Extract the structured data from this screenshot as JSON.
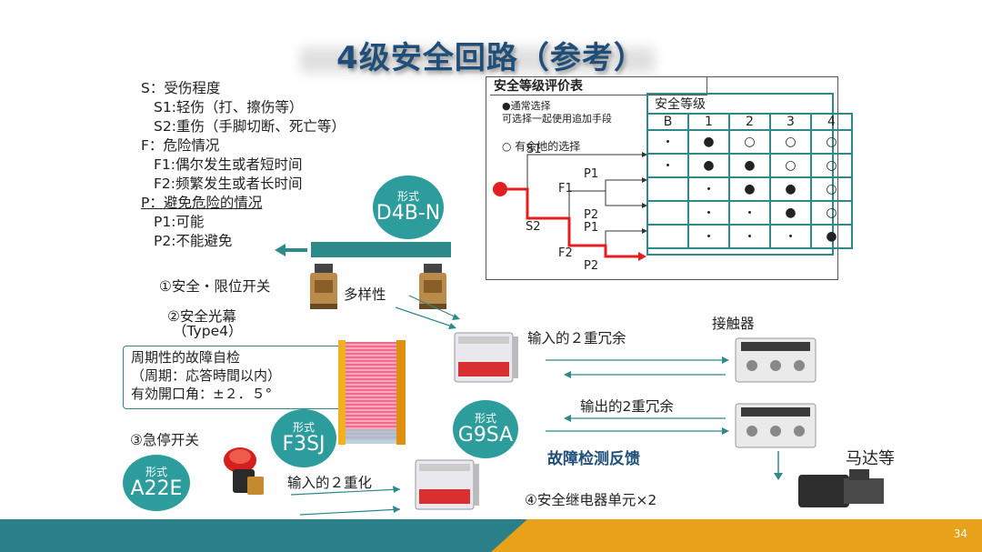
{
  "title": "4级安全回路（参考）",
  "criteria": {
    "s_head": "S：受伤程度",
    "s1": "S1:轻伤（打、擦伤等）",
    "s2": "S2:重伤（手脚切断、死亡等）",
    "f_head": "F：危险情况",
    "f1": "F1:偶尔发生或者短时间",
    "f2": "F2:频繁发生或者长时间",
    "p_head": "P：避免危险的情况",
    "p1": "P1:可能",
    "p2": "P2:不能避免"
  },
  "badges": {
    "form": "形式",
    "d4bn": "D4B-N",
    "f3sj": "F3SJ",
    "g9sa": "G9SA",
    "a22e": "A22E"
  },
  "labels": {
    "item1": "①安全・限位开关",
    "diversity": "多样性",
    "item2a": "②安全光幕",
    "item2b": "（Type4）",
    "item3": "③急停开关",
    "input_dual": "输入的２重化",
    "input_redundant": "输入的２重冗余",
    "output_redundant": "输出的2重冗余",
    "feedback": "故障检测反馈",
    "contactor": "接触器",
    "motor": "马达等",
    "item4": "④安全继电器单元×2"
  },
  "callout": {
    "line1": "周期性的故障自检",
    "line2": "（周期：応答時間以内）",
    "line3": "有効開口角：±２．５°"
  },
  "eval_table": {
    "title": "安全等级评价表",
    "note1": "●通常选择",
    "note2": "可选择一起使用追加手段",
    "note3": "○ 有余地的选择",
    "grade_header": "安全等级",
    "columns": [
      "B",
      "1",
      "2",
      "3",
      "4"
    ],
    "rows": [
      [
        "・",
        "●",
        "○",
        "○",
        "○"
      ],
      [
        "・",
        "●",
        "●",
        "○",
        "○"
      ],
      [
        "",
        "・",
        "●",
        "●",
        "○"
      ],
      [
        "",
        "・",
        "・",
        "●",
        "○"
      ],
      [
        "",
        "・",
        "・",
        "・",
        "●"
      ]
    ],
    "tree": {
      "s1": "S1",
      "s2": "S2",
      "f1": "F1",
      "f2": "F2",
      "p1a": "P1",
      "p2a": "P2",
      "p1b": "P1",
      "p2b": "P2"
    }
  },
  "page_number": "34",
  "colors": {
    "teal": "#2d8a8a",
    "gold": "#e8a21a",
    "title": "#1f4e79",
    "red": "#e02020"
  }
}
